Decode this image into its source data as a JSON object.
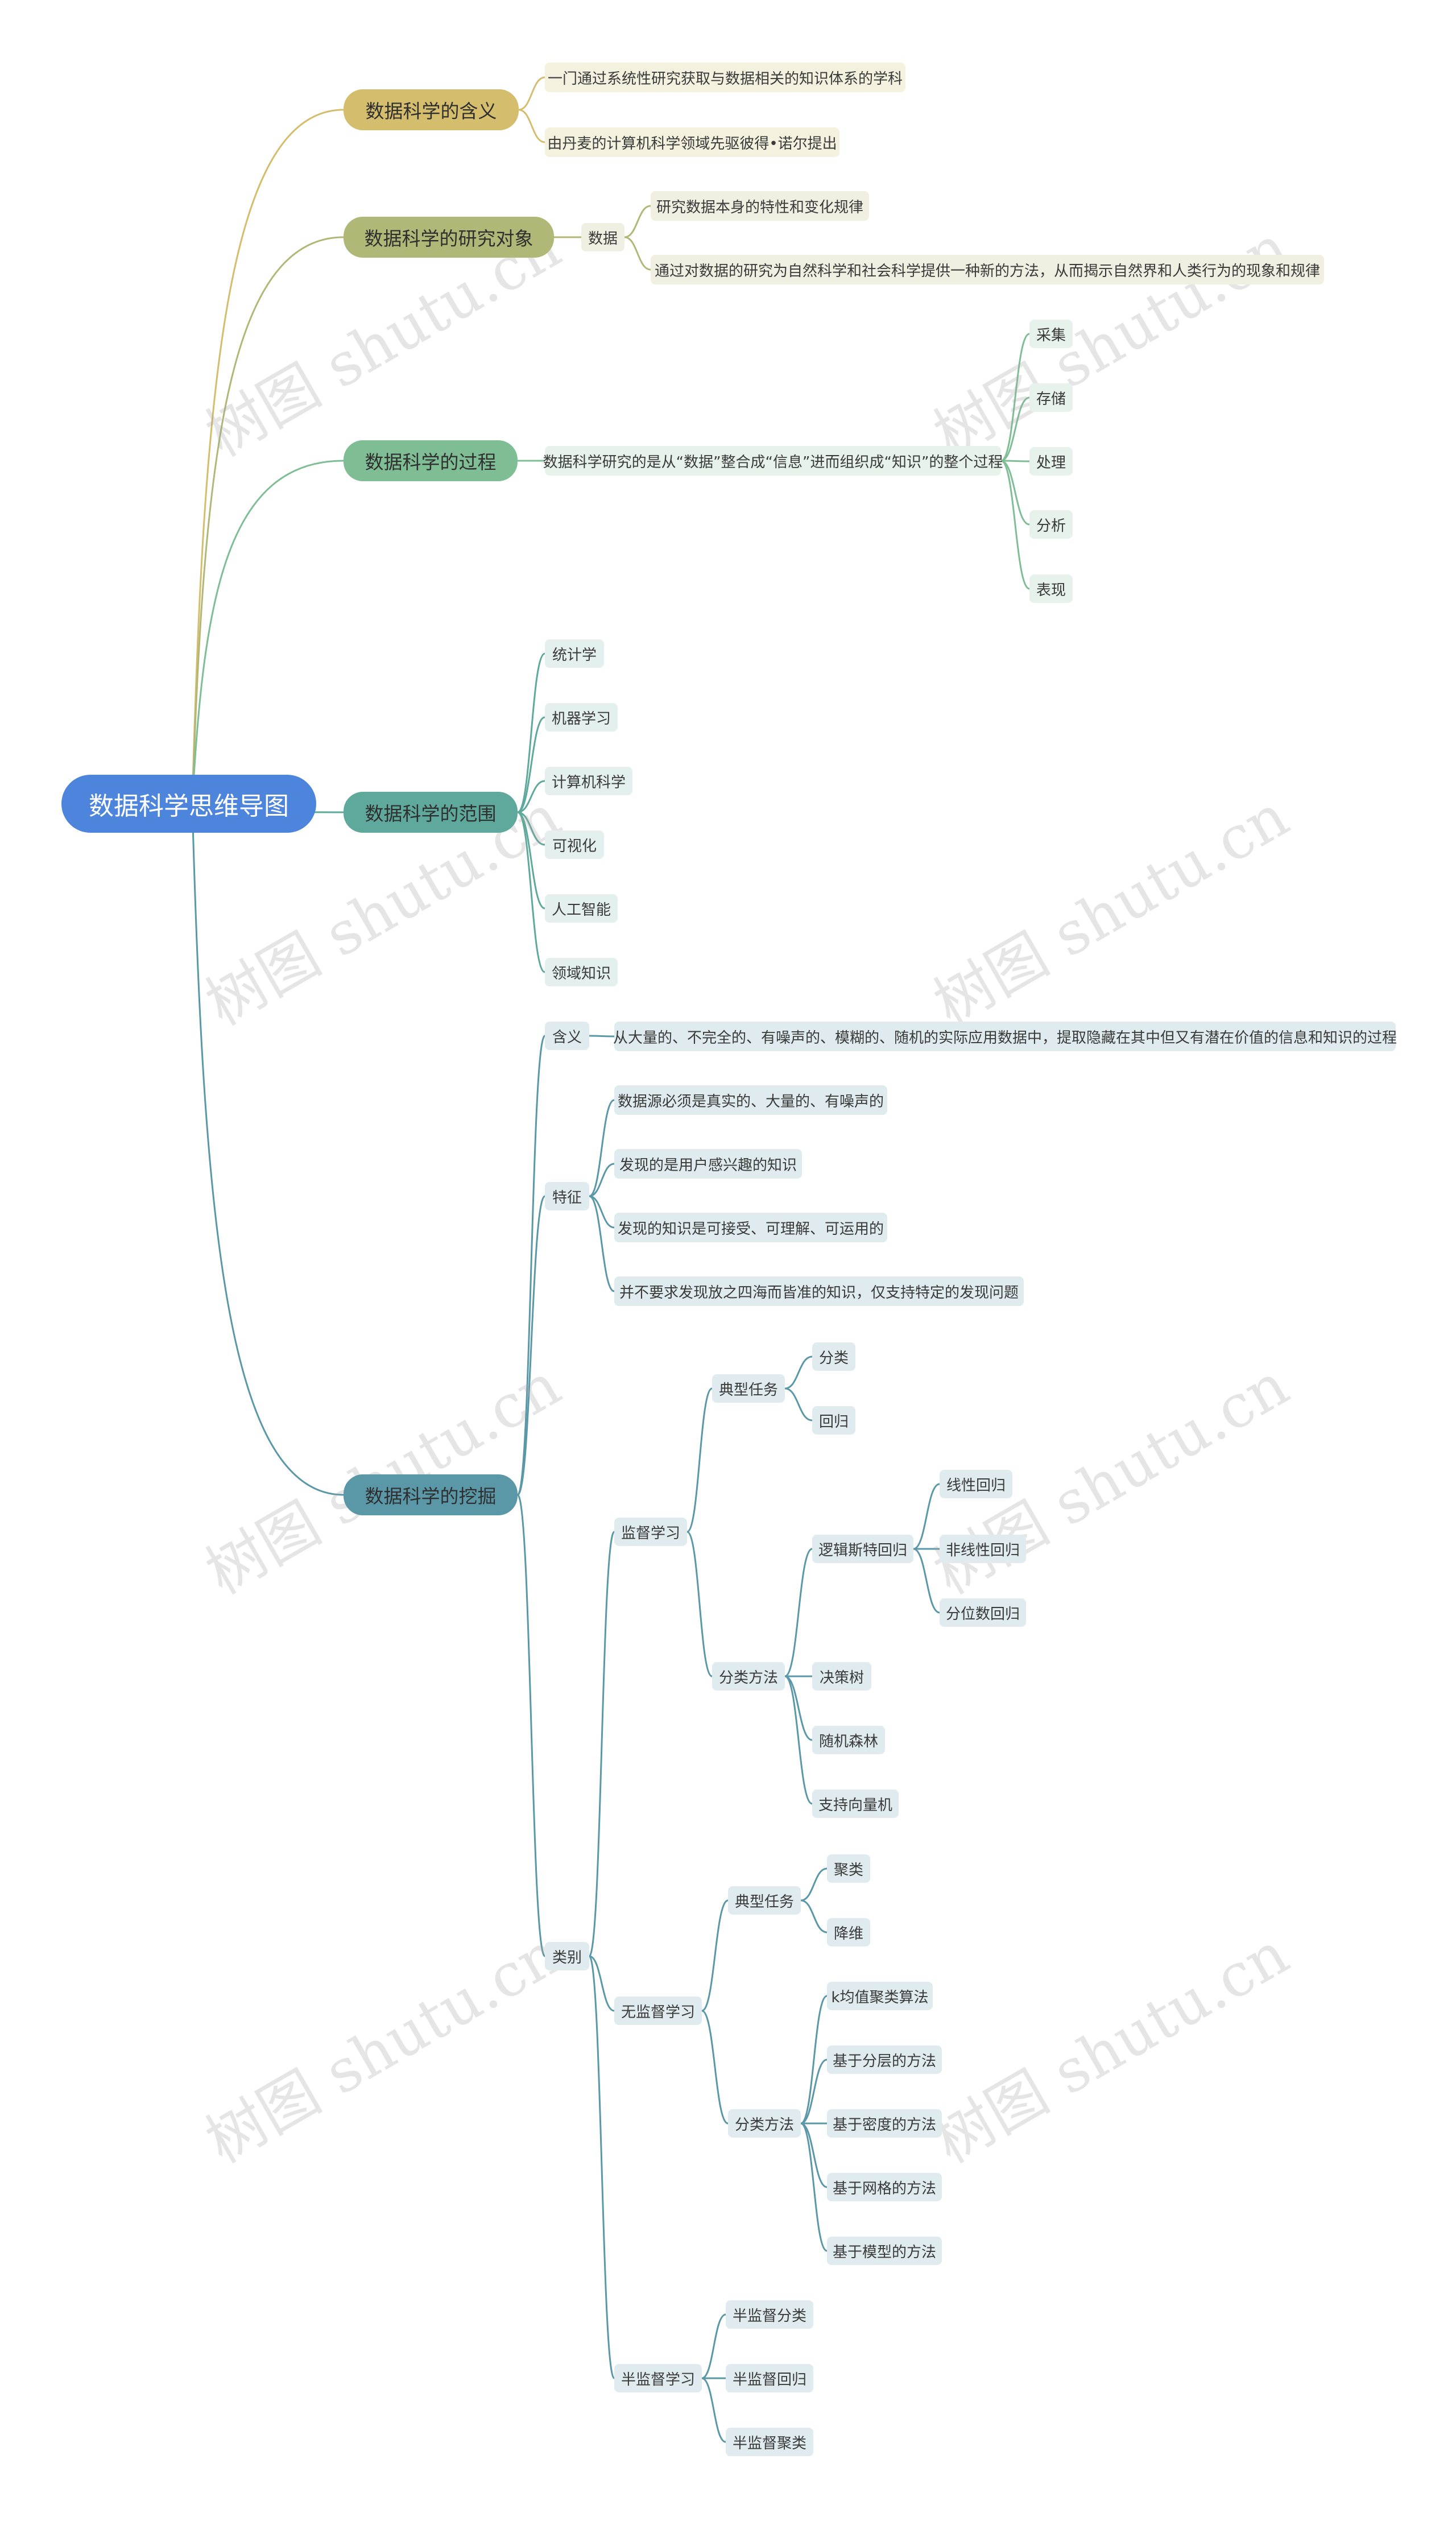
{
  "root": "数据科学思维导图",
  "watermark": "树图 shutu.cn",
  "meaning": {
    "title": "数据科学的含义",
    "items": [
      "一门通过系统性研究获取与数据相关的知识体系的学科",
      "由丹麦的计算机科学领域先驱彼得•诺尔提出"
    ]
  },
  "research": {
    "title": "数据科学的研究对象",
    "sub": "数据",
    "items": [
      "研究数据本身的特性和变化规律",
      "通过对数据的研究为自然科学和社会科学提供一种新的方法，从而揭示自然界和人类行为的现象和规律"
    ]
  },
  "process": {
    "title": "数据科学的过程",
    "desc": "数据科学研究的是从“数据”整合成“信息”进而组织成“知识”的整个过程",
    "steps": [
      "采集",
      "存储",
      "处理",
      "分析",
      "表现"
    ]
  },
  "scope": {
    "title": "数据科学的范围",
    "items": [
      "统计学",
      "机器学习",
      "计算机科学",
      "可视化",
      "人工智能",
      "领域知识"
    ]
  },
  "mining": {
    "title": "数据科学的挖掘",
    "meaning_label": "含义",
    "meaning_text": "从大量的、不完全的、有噪声的、模糊的、随机的实际应用数据中，提取隐藏在其中但又有潜在价值的信息和知识的过程",
    "feature_label": "特征",
    "features": [
      "数据源必须是真实的、大量的、有噪声的",
      "发现的是用户感兴趣的知识",
      "发现的知识是可接受、可理解、可运用的",
      "并不要求发现放之四海而皆准的知识，仅支持特定的发现问题"
    ],
    "category_label": "类别",
    "supervised": {
      "label": "监督学习",
      "task_label": "典型任务",
      "tasks": [
        "分类",
        "回归"
      ],
      "method_label": "分类方法",
      "logistic": "逻辑斯特回归",
      "logistic_items": [
        "线性回归",
        "非线性回归",
        "分位数回归"
      ],
      "methods": [
        "决策树",
        "随机森林",
        "支持向量机"
      ]
    },
    "unsupervised": {
      "label": "无监督学习",
      "task_label": "典型任务",
      "tasks": [
        "聚类",
        "降维"
      ],
      "method_label": "分类方法",
      "methods": [
        "k均值聚类算法",
        "基于分层的方法",
        "基于密度的方法",
        "基于网格的方法",
        "基于模型的方法"
      ]
    },
    "semi": {
      "label": "半监督学习",
      "items": [
        "半监督分类",
        "半监督回归",
        "半监督聚类"
      ]
    }
  },
  "colors": {
    "yellow": "#d4bd6c",
    "olive": "#b1b777",
    "green": "#7fbe95",
    "teal": "#5ea99c",
    "blue": "#5a98a8",
    "root": "#4d84dc"
  }
}
